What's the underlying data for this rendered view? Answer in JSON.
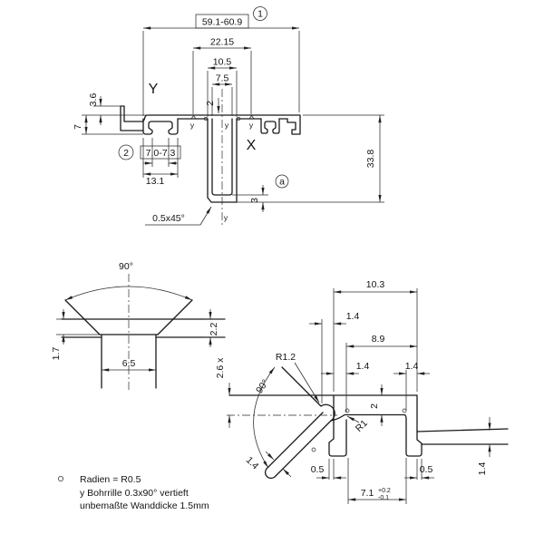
{
  "main_view": {
    "balloon_1": "1",
    "balloon_2": "2",
    "balloon_a": "a",
    "dim_overall": "59.1-60.9",
    "dim_pitch": "22.15",
    "dim_channel_outer": "10.5",
    "dim_channel_inner": "7.5",
    "dim_groove_depth": "2",
    "dim_end_lip": "3.6",
    "dim_profile_height": "7",
    "dim_slot_mouth": "7.0-7.3",
    "dim_slot_width": "13.1",
    "dim_total_height": "33.8",
    "dim_floor_thickness": "3",
    "chamfer_note": "0.5x45°",
    "label_section_y": "Y",
    "label_section_x": "X",
    "groove_mark": "y"
  },
  "detail_left": {
    "angle": "90°",
    "dim_depth": "1.7",
    "dim_thickness": "2.2",
    "dim_hole_width": "6.5"
  },
  "detail_right": {
    "dim_slot_outer": "10.3",
    "dim_wall_top": "1.4",
    "dim_slot_inner": "8.9",
    "dim_wall_left": "1.4",
    "dim_wall_right": "1.4",
    "dim_lip_height": "2",
    "dim_edge_offset": "2.6 x",
    "radius_tip": "R1.2",
    "radius_corner": "R1",
    "angle": "90°",
    "dim_groove_width": "1.4",
    "dim_chamfer_left": "0.5",
    "dim_chamfer_right": "0.5",
    "dim_slot_mouth": "7.1",
    "tol_plus": "+0.2",
    "tol_minus": "-0.1",
    "dim_wall_bottom": "1.4"
  },
  "notes": {
    "line1": "Radien = R0.5",
    "line2": "y Bohrrille 0.3x90° vertieft",
    "line3": "unbemaßte Wanddicke 1.5mm"
  }
}
